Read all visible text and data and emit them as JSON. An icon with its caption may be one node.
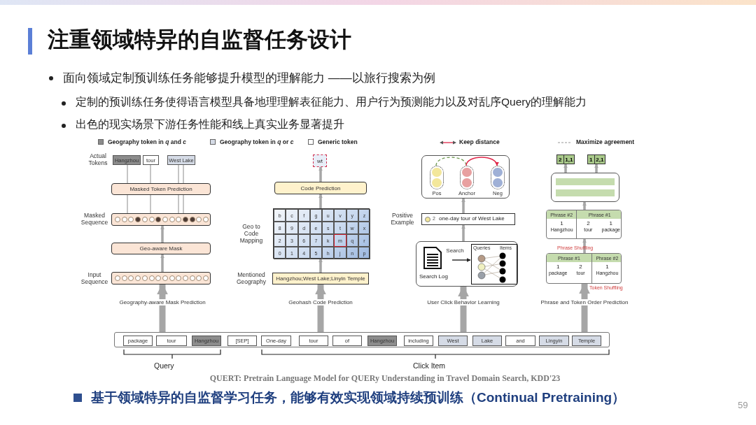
{
  "diagram": {
    "title": "注重领域特异的自监督任务设计",
    "caption": "QUERT: Pretrain Language Model for QUERy Understanding in Travel Domain Search, KDD'23",
    "nodes": [
      {
        "text": [
          "Hangzhou"
        ]
      },
      {
        "text": [
          "tour"
        ]
      },
      {
        "text": [
          "West Lake"
        ]
      },
      {
        "text": [
          "Masked Token Prediction"
        ]
      },
      {
        "text": [],
        "shape": "bar",
        "beside": [
          "Masked Sequence"
        ]
      },
      {
        "text": [
          "Geo-aware Mask"
        ]
      },
      {
        "text": [],
        "shape": "bar",
        "beside": [
          "Input Sequence"
        ]
      },
      {
        "text": [
          "wt"
        ]
      },
      {
        "text": [
          "Code Prediction"
        ]
      },
      {
        "text": [
          "b",
          "c",
          "f",
          "g",
          "u",
          "v",
          "y",
          "z",
          "8",
          "9",
          "d",
          "e",
          "s",
          "t",
          "w",
          "x",
          "2",
          "3",
          "6",
          "7",
          "k",
          "m",
          "q",
          "r",
          "0",
          "1",
          "4",
          "5",
          "h",
          "j",
          "n",
          "p"
        ],
        "beside": [
          "Geo to Code Mapping"
        ]
      },
      {
        "text": [
          "Hangzhou;West Lake;Linyin Temple"
        ],
        "beside": [
          "Mentioned Geography"
        ]
      },
      {
        "text": [],
        "shape": "box"
      },
      {
        "text": [
          "Pos"
        ],
        "in": 11
      },
      {
        "text": [
          "Anchor"
        ],
        "in": 11
      },
      {
        "text": [
          "Neg"
        ],
        "in": 11
      },
      {
        "text": [
          "2",
          "one-day tour of West Lake"
        ],
        "beside": [
          "Positive Example"
        ]
      },
      {
        "text": [],
        "shape": "box"
      },
      {
        "text": [
          "Search Log"
        ],
        "in": 16
      },
      {
        "text": [
          "Queries",
          "Items"
        ],
        "in": 16
      },
      {
        "text": [
          "2",
          "1,1"
        ]
      },
      {
        "text": [
          "1",
          "2,1"
        ]
      },
      {
        "text": [],
        "shape": "box"
      },
      {
        "text": [
          "Phrase #2",
          "Phrase #1",
          "1",
          "Hangzhou",
          "2",
          "tour",
          "1",
          "package"
        ]
      },
      {
        "text": [
          "Phrase #1",
          "Phrase #2",
          "1",
          "package",
          "2",
          "tour",
          "1",
          "Hangzhou"
        ],
        "beside": [
          "Phrase Shuffling",
          "Token Shuffling"
        ]
      },
      {
        "text": [],
        "shape": "bar"
      },
      {
        "text": [
          "package"
        ],
        "in": 24
      },
      {
        "text": [
          "tour"
        ],
        "in": 24
      },
      {
        "text": [
          "Hangzhou"
        ],
        "in": 24
      },
      {
        "text": [
          "[SEP]"
        ],
        "in": 24
      },
      {
        "text": [
          "One-day"
        ],
        "in": 24
      },
      {
        "text": [
          "tour"
        ],
        "in": 24
      },
      {
        "text": [
          "of"
        ],
        "in": 24
      },
      {
        "text": [
          "Hangzhou"
        ],
        "in": 24
      },
      {
        "text": [
          "including"
        ],
        "in": 24
      },
      {
        "text": [
          "West"
        ],
        "in": 24
      },
      {
        "text": [
          "Lake"
        ],
        "in": 24
      },
      {
        "text": [
          "and"
        ],
        "in": 24
      },
      {
        "text": [
          "Lingyin"
        ],
        "in": 24
      },
      {
        "text": [
          "Temple"
        ],
        "in": 24
      }
    ],
    "edges": [
      {
        "from": 3,
        "to": 0,
        "arrow": "none"
      },
      {
        "from": 3,
        "to": 1,
        "arrow": "none"
      },
      {
        "from": 3,
        "to": 2,
        "arrow": "none"
      },
      {
        "from": 3,
        "to": 2,
        "arrow": "none"
      },
      {
        "from": 4,
        "to": 3,
        "arrow": "none"
      },
      {
        "from": 4,
        "to": 3,
        "arrow": "none"
      },
      {
        "from": 4,
        "to": 3,
        "arrow": "none"
      },
      {
        "from": 4,
        "to": 3,
        "arrow": "none"
      },
      {
        "from": 5,
        "to": 4,
        "arrow": "to"
      },
      {
        "from": 6,
        "to": 5,
        "arrow": "to"
      },
      {
        "from": 10,
        "to": 9,
        "arrow": "to"
      },
      {
        "from": 9,
        "to": 8,
        "arrow": "to"
      },
      {
        "from": 8,
        "to": 7,
        "arrow": "to"
      },
      {
        "from": 12,
        "to": 13,
        "arrow": "none",
        "style": "dashed",
        "color": "#6f9a52"
      },
      {
        "from": 13,
        "to": 14,
        "arrow": "to",
        "color": "#e0284a"
      },
      {
        "from": 17,
        "to": 18,
        "arrow": "to",
        "label": "Search",
        "color": "#222222"
      },
      {
        "from": 16,
        "to": 15,
        "arrow": "to"
      },
      {
        "from": 15,
        "to": 11,
        "arrow": "to"
      },
      {
        "from": 23,
        "to": 22,
        "arrow": "to"
      },
      {
        "from": 22,
        "to": 21,
        "arrow": "to"
      },
      {
        "from": 21,
        "to": 19,
        "arrow": "to"
      },
      {
        "from": 21,
        "to": 20,
        "arrow": "to"
      },
      {
        "from": 24,
        "to": 6,
        "arrow": "to",
        "style": "thick",
        "label": "Geography-aware Mask Prediction"
      },
      {
        "from": 24,
        "to": 10,
        "arrow": "to",
        "style": "thick",
        "label": "Geohash Code Prediction"
      },
      {
        "from": 24,
        "to": 16,
        "arrow": "to",
        "style": "thick",
        "label": "User Click Behavior Learning"
      },
      {
        "from": 24,
        "to": 23,
        "arrow": "to",
        "style": "thick",
        "label": "Phrase and Token Order Prediction"
      }
    ],
    "labels": [
      "面向领域定制预训练任务能够提升模型的理解能力 ——以旅行搜索为例",
      "定制的预训练任务使得语言模型具备地理理解表征能力、用户行为预测能力以及对乱序Query的理解能力",
      "出色的现实场景下游任务性能和线上真实业务显著提升",
      "Actual Tokens",
      "Query",
      "Click Item",
      "基于领域特异的自监督学习任务，能够有效实现领域持续预训练（Continual Pretraining）",
      "59"
    ],
    "legend": [
      {
        "text": "Geography token in *q* and *c*",
        "color": "#8c8c8c"
      },
      {
        "text": "Geography token in *q* or *c*",
        "color": "#d5dbe6"
      },
      {
        "text": "Generic token",
        "color": "#ffffff"
      },
      {
        "text": "Keep distance"
      },
      {
        "text": "Maximize agreement"
      }
    ]
  }
}
